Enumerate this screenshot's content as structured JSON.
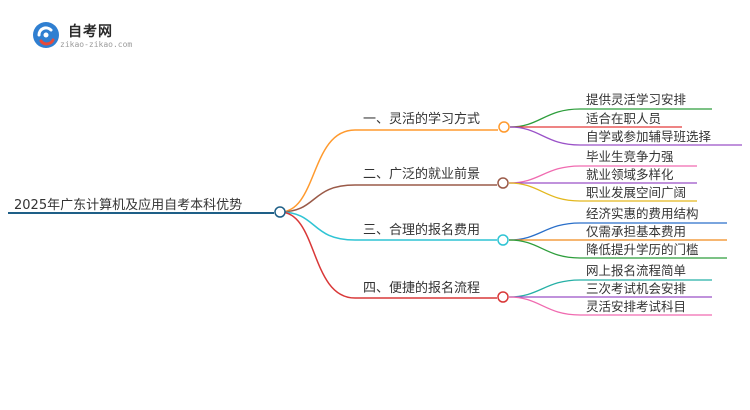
{
  "logo": {
    "title": "自考网",
    "subtitle": "zikao-zikao.com"
  },
  "colors": {
    "root": "#1e5f87",
    "branch_1": "#ff9a2e",
    "branch_2": "#9a5a48",
    "branch_3": "#2fc4d4",
    "branch_4": "#d93838",
    "leaf_green": "#2e9e3c",
    "leaf_red": "#e33b3b",
    "leaf_purple": "#9a52c8",
    "leaf_pink": "#f06bb0",
    "leaf_yellow": "#e3b81e",
    "leaf_blue": "#2a6fc9",
    "leaf_orange": "#f08a1c",
    "leaf_teal": "#26b0a6"
  },
  "mindmap": {
    "root": "2025年广东计算机及应用自考本科优势",
    "branches": [
      {
        "label": "一、灵活的学习方式",
        "leaves": [
          "提供灵活学习安排",
          "适合在职人员",
          "自学或参加辅导班选择"
        ]
      },
      {
        "label": "二、广泛的就业前景",
        "leaves": [
          "毕业生竞争力强",
          "就业领域多样化",
          "职业发展空间广阔"
        ]
      },
      {
        "label": "三、合理的报名费用",
        "leaves": [
          "经济实惠的费用结构",
          "仅需承担基本费用",
          "降低提升学历的门槛"
        ]
      },
      {
        "label": "四、便捷的报名流程",
        "leaves": [
          "网上报名流程简单",
          "三次考试机会安排",
          "灵活安排考试科目"
        ]
      }
    ]
  }
}
